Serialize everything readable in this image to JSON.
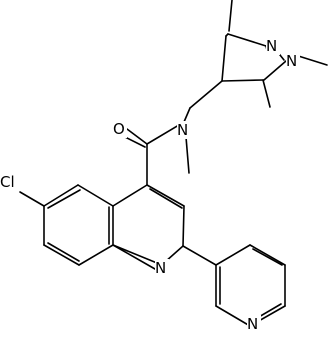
{
  "diagram": {
    "type": "chemical-structure",
    "colors": {
      "bond": "#000000",
      "label": "#000000",
      "background": "#ffffff"
    },
    "atom_labels": [
      {
        "id": "n-pyrazole-2",
        "text": "N"
      },
      {
        "id": "n-pyrazole-1",
        "text": "N"
      },
      {
        "id": "o-carbonyl",
        "text": "O"
      },
      {
        "id": "n-amide",
        "text": "N"
      },
      {
        "id": "cl-substituent",
        "text": "Cl"
      },
      {
        "id": "n-quinoline",
        "text": "N"
      },
      {
        "id": "n-pyridine",
        "text": "N"
      }
    ]
  }
}
